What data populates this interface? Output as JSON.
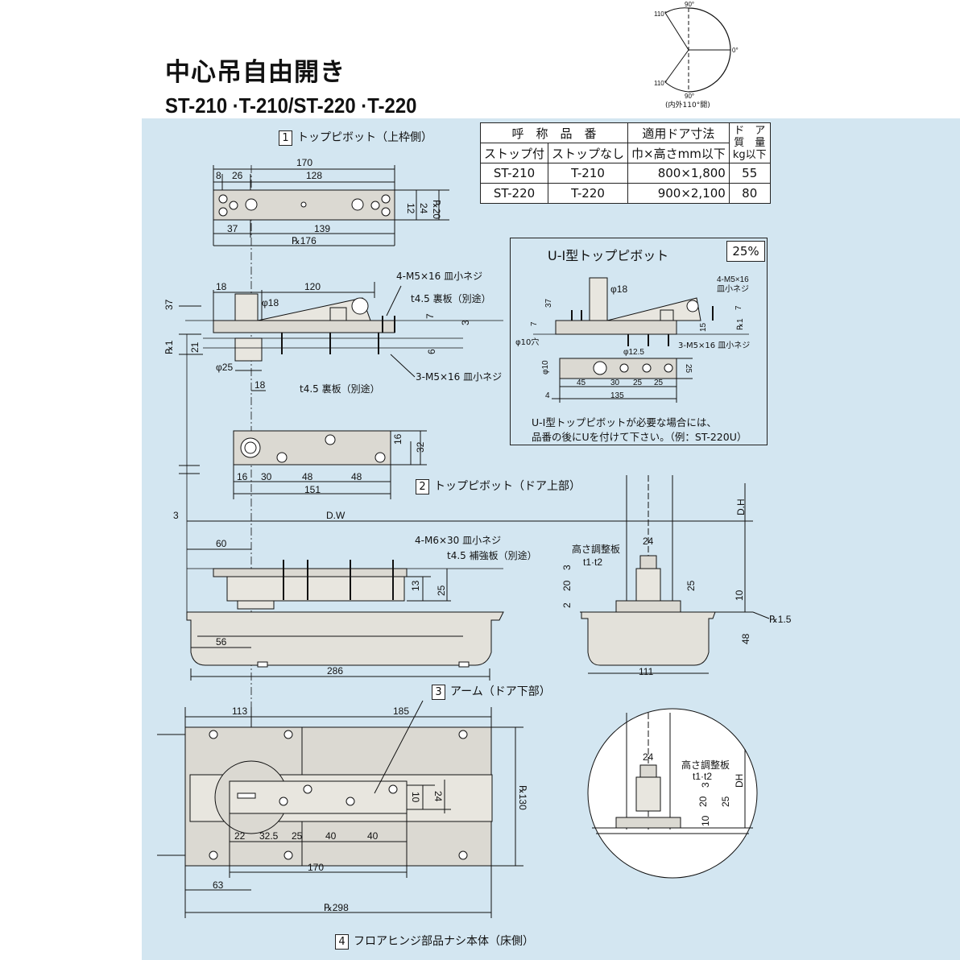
{
  "title": "中心吊自由開き",
  "models": "ST-210 ·T-210/ST-220 ·T-220",
  "angle_diagram": {
    "top": "90°",
    "bottom": "90°",
    "left_top": "110°",
    "left_bottom": "110°",
    "right": "0°",
    "note": "(内外110°開)"
  },
  "spec_table": {
    "header_name": "呼　称　品　番",
    "header_size": "適用ドア寸法",
    "header_weight_1": "ド　ア",
    "header_weight_2": "質　量",
    "header_weight_3": "kg以下",
    "sub_stop": "ストップ付",
    "sub_nostop": "ストップなし",
    "sub_size": "巾×高さmm以下",
    "rows": [
      {
        "stop": "ST-210",
        "nostop": "T-210",
        "size": "800×1,800",
        "weight": "55"
      },
      {
        "stop": "ST-220",
        "nostop": "T-220",
        "size": "900×2,100",
        "weight": "80"
      }
    ]
  },
  "sections": {
    "s1": {
      "num": "1",
      "label": "トップピボット（上枠側）"
    },
    "s2": {
      "num": "2",
      "label": "トップピボット（ドア上部）"
    },
    "s3": {
      "num": "3",
      "label": "アーム（ドア下部）"
    },
    "s4": {
      "num": "4",
      "label": "フロアヒンジ部品ナシ本体（床側）"
    }
  },
  "ui_pivot": {
    "title": "U-Ⅰ型トップピボット",
    "percent": "25%",
    "note_1": "U-Ⅰ型トップピボットが必要な場合には、",
    "note_2": "品番の後にUを付けて下さい。（例：ST-220U）"
  },
  "dims": {
    "d170": "170",
    "d8": "8",
    "d26": "26",
    "d128": "128",
    "d24": "24",
    "d12": "12",
    "dR20": "℞20",
    "d37": "37",
    "d139": "139",
    "dR176": "℞176",
    "d18": "18",
    "d120": "120",
    "d4m5": "4-M5×16 皿小ネジ",
    "dphi18": "φ18",
    "dt45a": "t4.5 裏板（別途）",
    "d37b": "37",
    "d7": "7",
    "d3": "3",
    "dR1": "℞1",
    "d21": "21",
    "d6": "6",
    "dphi25": "φ25",
    "d3m5": "3-M5×16 皿小ネジ",
    "d18b": "18",
    "dt45b": "t4.5 裏板（別途）",
    "d16": "16",
    "d32": "32",
    "d16b": "16",
    "d30": "30",
    "d48a": "48",
    "d48b": "48",
    "d151": "151",
    "d3b": "3",
    "dDW": "D.W",
    "d60": "60",
    "d4m6": "4-M6×30 皿小ネジ",
    "dt45c": "t4.5 補強板（別途）",
    "d13": "13",
    "d25": "25",
    "d56": "56",
    "d286": "286",
    "dDH": "D.H",
    "d24b": "24",
    "dadj": "高さ調整板",
    "dt12": "t1·t2",
    "d3c": "3",
    "d20": "20",
    "d25b": "25",
    "d2": "2",
    "d10": "10",
    "dR15": "℞1.5",
    "d48c": "48",
    "d111": "111",
    "d113": "113",
    "d185": "185",
    "dR130": "℞130",
    "d10b": "10",
    "d24c": "24",
    "d22": "22",
    "d325": "32.5",
    "d25c": "25",
    "d40a": "40",
    "d40b": "40",
    "d170b": "170",
    "d63": "63",
    "dR298": "℞298",
    "d24d": "24",
    "dadj2": "高さ調整板",
    "dt12b": "t1·t2",
    "d3d": "3",
    "d20b": "20",
    "d25d": "25",
    "dDH2": "DH",
    "d10c": "10",
    "u_phi18": "φ18",
    "u_4m5": "4-M5×16",
    "u_sara": "皿小ネジ",
    "u_37": "37",
    "u_7": "7",
    "u_15": "15",
    "u_R1": "℞1",
    "u_7b": "7",
    "u_phi10": "φ10穴",
    "u_phi125": "φ12.5",
    "u_3m5": "3-M5×16 皿小ネジ",
    "u_phi10b": "φ10",
    "u_25": "25",
    "u_45": "45",
    "u_30": "30",
    "u_25b": "25",
    "u_25c": "25",
    "u_4": "4",
    "u_135": "135"
  }
}
